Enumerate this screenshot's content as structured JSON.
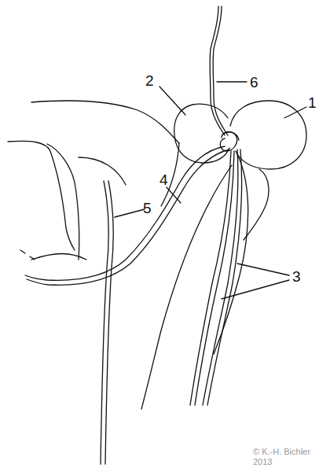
{
  "diagram": {
    "labels": [
      "1",
      "2",
      "3",
      "4",
      "5",
      "6",
      "© K.-H. Bichler 2013"
    ]
  }
}
